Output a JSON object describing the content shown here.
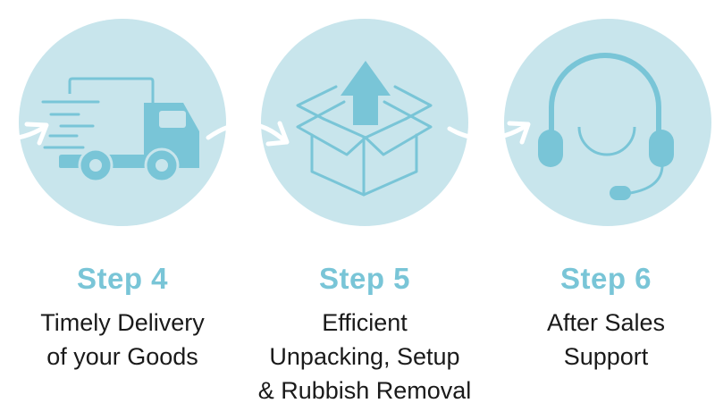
{
  "colors": {
    "circle": "#c8e5ec",
    "icon": "#79c5d7",
    "arrow": "#ffffff",
    "title": "#79c5d7",
    "text": "#1a1a1a"
  },
  "steps": [
    {
      "title": "Step 4",
      "icon": "delivery-truck-icon",
      "lines": [
        "Timely Delivery",
        "of your Goods"
      ]
    },
    {
      "title": "Step 5",
      "icon": "unpacking-box-icon",
      "lines": [
        "Efficient",
        "Unpacking, Setup",
        "& Rubbish Removal"
      ]
    },
    {
      "title": "Step 6",
      "icon": "headset-support-icon",
      "lines": [
        "After Sales",
        "Support"
      ]
    }
  ],
  "connectors": [
    "arrow-right-icon",
    "arrow-right-icon",
    "arrow-right-icon"
  ]
}
